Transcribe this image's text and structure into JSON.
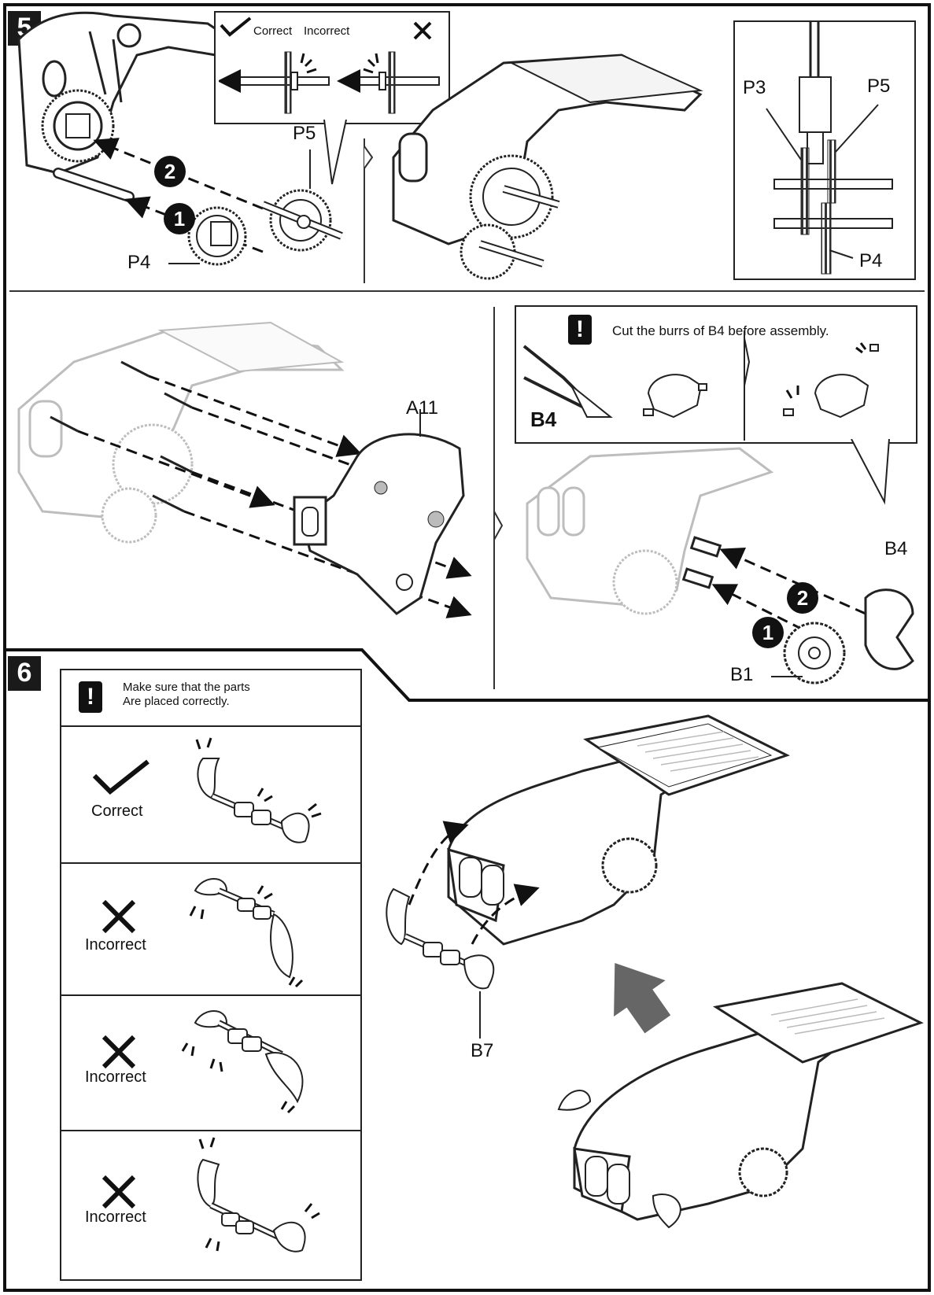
{
  "step5": {
    "number": "5",
    "check_note": {
      "correct": "Correct",
      "incorrect": "Incorrect"
    },
    "labels": {
      "p5": "P5",
      "p4": "P4",
      "p3": "P3",
      "p5_detail": "P5",
      "p4_detail": "P4",
      "a11": "A11",
      "b4_bold": "B4",
      "b4": "B4",
      "b1": "B1"
    },
    "order": {
      "first": "1",
      "second": "2"
    },
    "warning_b4": {
      "icon": "!",
      "text": "Cut the burrs of B4 before assembly."
    }
  },
  "step6": {
    "number": "6",
    "warning": {
      "icon": "!",
      "text_line1": "Make sure that the parts",
      "text_line2": "Are placed correctly."
    },
    "rows": [
      {
        "mark": "check-icon",
        "caption": "Correct"
      },
      {
        "mark": "cross-icon",
        "caption": "Incorrect"
      },
      {
        "mark": "cross-icon",
        "caption": "Incorrect"
      },
      {
        "mark": "cross-icon",
        "caption": "Incorrect"
      }
    ],
    "labels": {
      "b7": "B7"
    }
  }
}
